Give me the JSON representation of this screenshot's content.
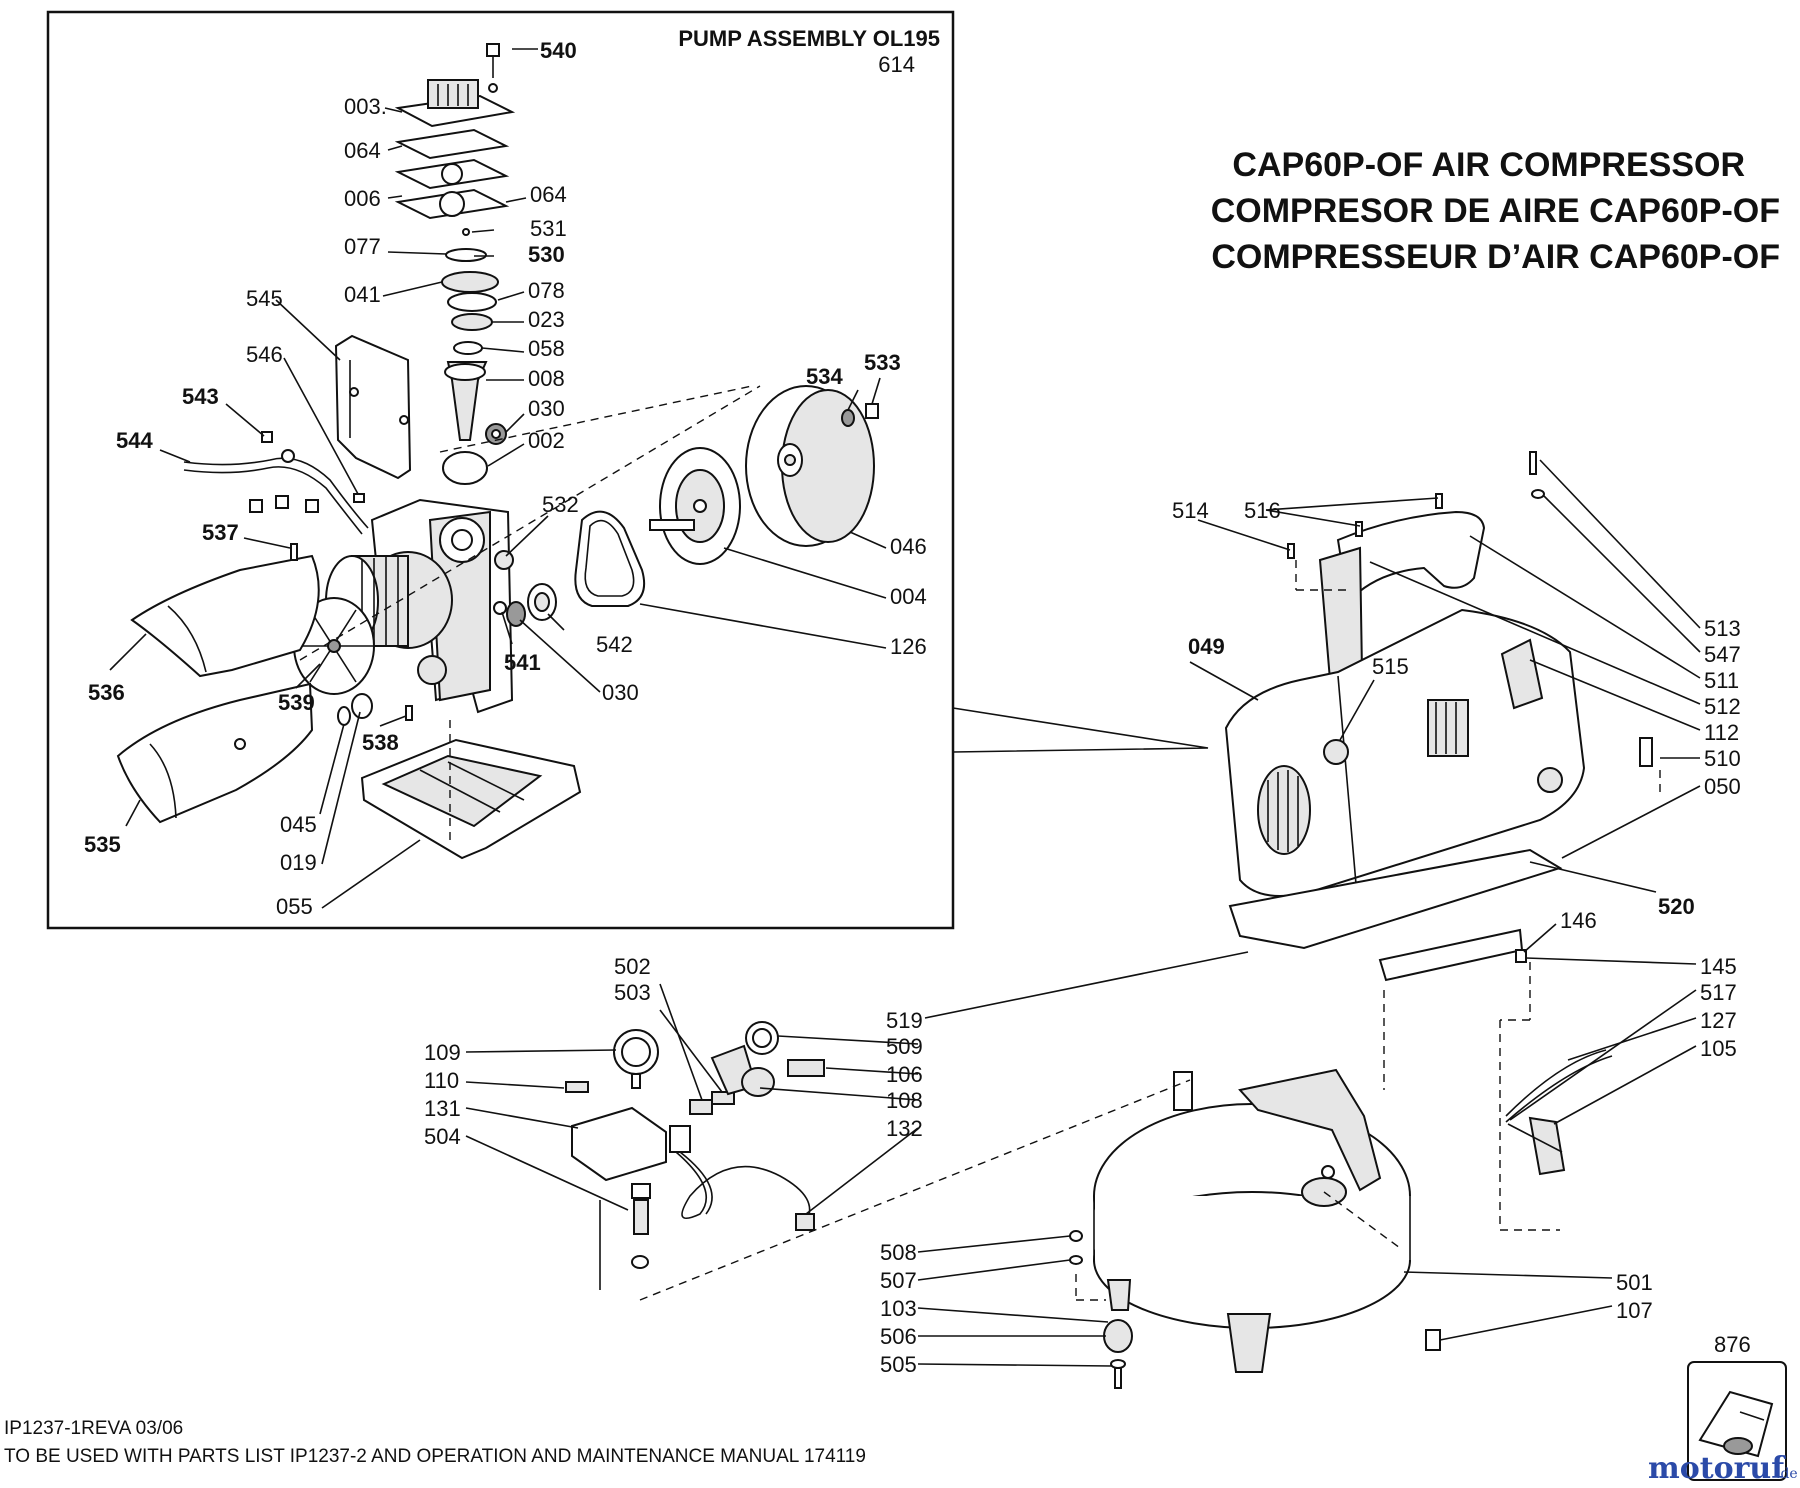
{
  "title_lines": [
    "CAP60P-OF AIR COMPRESSOR",
    "COMPRESOR DE AIRE CAP60P-OF",
    "COMPRESSEUR D’AIR CAP60P-OF"
  ],
  "pump_box": {
    "title": "PUMP ASSEMBLY OL195",
    "code": "614"
  },
  "labels": {
    "p540": "540",
    "p003": "003.",
    "p064a": "064",
    "p006": "006",
    "p064b": "064",
    "p531": "531",
    "p077": "077",
    "p530": "530",
    "p041": "041",
    "p078": "078",
    "p023": "023",
    "p058": "058",
    "p008": "008",
    "p030a": "030",
    "p002": "002",
    "p545": "545",
    "p546": "546",
    "p543": "543",
    "p544": "544",
    "p537": "537",
    "p536": "536",
    "p539": "539",
    "p538": "538",
    "p535": "535",
    "p045": "045",
    "p019": "019",
    "p055": "055",
    "p532": "532",
    "p541": "541",
    "p542": "542",
    "p030b": "030",
    "p126": "126",
    "p004": "004",
    "p046": "046",
    "p534": "534",
    "p533": "533",
    "p514": "514",
    "p516": "516",
    "p049": "049",
    "p515": "515",
    "p513": "513",
    "p547": "547",
    "p511": "511",
    "p512": "512",
    "p112": "112",
    "p510": "510",
    "p050": "050",
    "p520": "520",
    "p146": "146",
    "p145": "145",
    "p517": "517",
    "p127": "127",
    "p105": "105",
    "p501": "501",
    "p107": "107",
    "p876": "876",
    "p502": "502",
    "p503": "503",
    "p519": "519",
    "p509": "509",
    "p109": "109",
    "p110": "110",
    "p106": "106",
    "p108": "108",
    "p131": "131",
    "p132": "132",
    "p504": "504",
    "p508": "508",
    "p507": "507",
    "p103": "103",
    "p506": "506",
    "p505": "505"
  },
  "footer": {
    "line1": "IP1237-1REVA 03/06",
    "line2": "TO BE USED WITH PARTS LIST IP1237-2 AND OPERATION AND MAINTENANCE MANUAL 174119"
  },
  "watermark": {
    "main": "motoruf",
    "suffix": ".de"
  },
  "colors": {
    "ink": "#111111",
    "background": "#ffffff",
    "watermark_blue": "#2b4aa8",
    "watermark_red": "#cc2222"
  }
}
